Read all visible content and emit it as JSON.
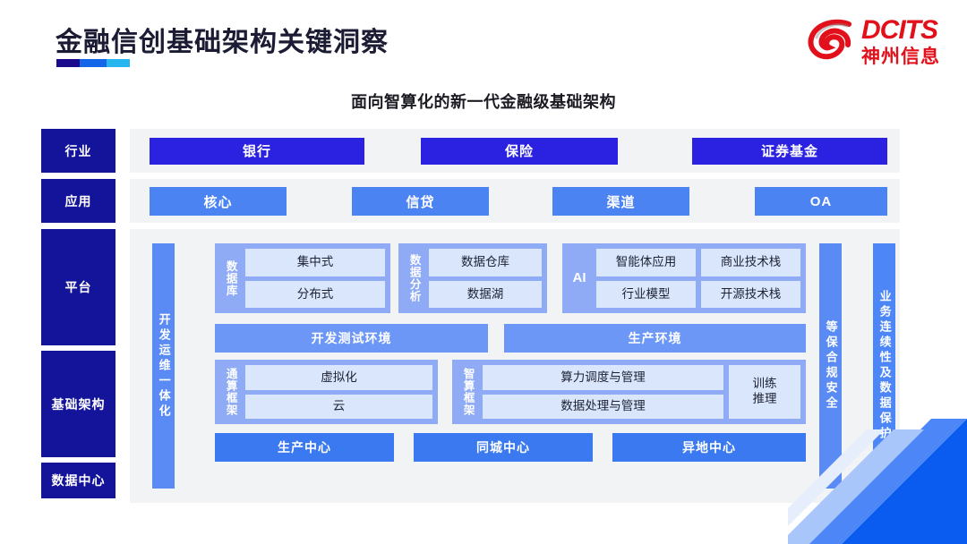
{
  "header": {
    "title": "金融信创基础架构关键洞察",
    "rule_colors": [
      "#1a0a8c",
      "#1366e8",
      "#27b6f0"
    ],
    "logo": {
      "en": "DCITS",
      "cn": "神州信息",
      "color": "#e2101b",
      "mark": "swirl-icon"
    }
  },
  "subtitle": "面向智算化的新一代金融级基础架构",
  "layers": [
    {
      "name": "行业"
    },
    {
      "name": "应用"
    },
    {
      "name": "平台"
    },
    {
      "name": "基础架构"
    },
    {
      "name": "数据中心"
    }
  ],
  "industry": {
    "color": "#2a22e0",
    "items": [
      "银行",
      "保险",
      "证券基金"
    ]
  },
  "application": {
    "color": "#4c83f3",
    "items": [
      "核心",
      "信贷",
      "渠道",
      "OA"
    ]
  },
  "side_bars": {
    "devops": "开发运维一体化",
    "compliance": "等保合规安全",
    "continuity": "业务连续性及数据保护"
  },
  "platform": {
    "groups": [
      {
        "label": "数据库",
        "cells": [
          [
            "集中式"
          ],
          [
            "分布式"
          ]
        ]
      },
      {
        "label": "数据分析",
        "cells": [
          [
            "数据仓库"
          ],
          [
            "数据湖"
          ]
        ]
      },
      {
        "label": "AI",
        "cells": [
          [
            "智能体应用",
            "商业技术栈"
          ],
          [
            "行业模型",
            "开源技术栈"
          ]
        ]
      }
    ],
    "environments": [
      "开发测试环境",
      "生产环境"
    ]
  },
  "infrastructure": {
    "general_compute": {
      "label": "通算框架",
      "cells": [
        "虚拟化",
        "云"
      ]
    },
    "intelligent_compute": {
      "label": "智算框架",
      "cells": [
        "算力调度与管理",
        "数据处理与管理"
      ],
      "side_cell": "训练\n推理"
    }
  },
  "data_center": {
    "color": "#3b79f0",
    "items": [
      "生产中心",
      "同城中心",
      "异地中心"
    ]
  }
}
